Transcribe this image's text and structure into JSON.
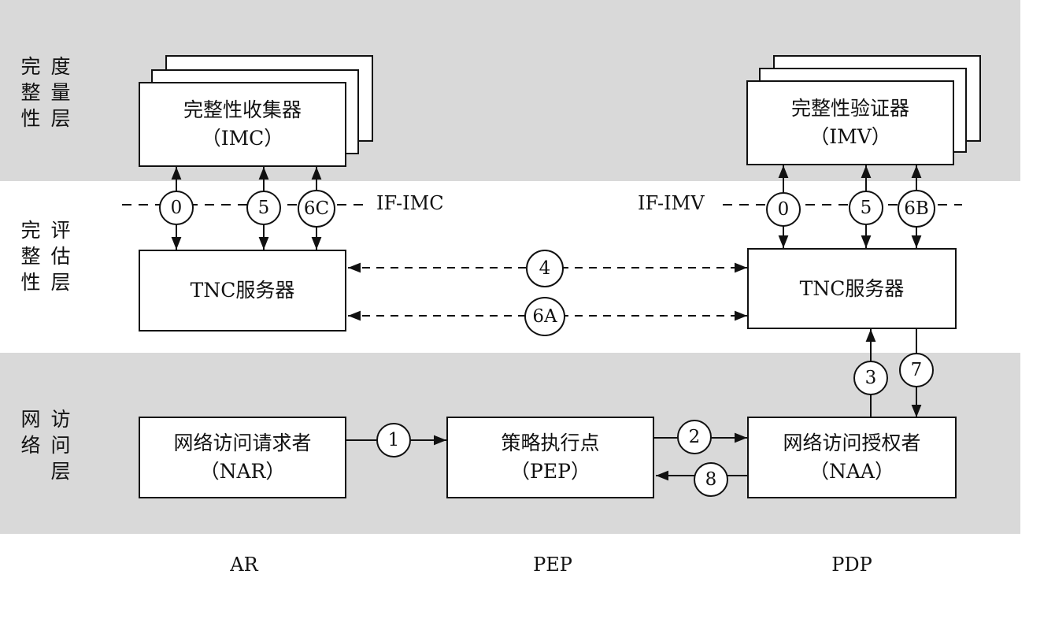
{
  "colors": {
    "band": "#d9d9d9",
    "line": "#111111"
  },
  "layers": {
    "measurement": [
      "完",
      "整",
      "性",
      "度",
      "量",
      "层"
    ],
    "evaluation": [
      "完",
      "整",
      "性",
      "评",
      "估",
      "层"
    ],
    "network": [
      "网",
      "络",
      "",
      "访",
      "问",
      "层"
    ]
  },
  "boxes": {
    "imc": {
      "name": "完整性收集器",
      "abbr": "（IMC）"
    },
    "imv": {
      "name": "完整性验证器",
      "abbr": "（IMV）"
    },
    "tnc_client": {
      "name": "TNC服务器"
    },
    "tnc_server": {
      "name": "TNC服务器"
    },
    "nar": {
      "name": "网络访问请求者",
      "abbr": "（NAR）"
    },
    "pep": {
      "name": "策略执行点",
      "abbr": "（PEP）"
    },
    "naa": {
      "name": "网络访问授权者",
      "abbr": "（NAA）"
    }
  },
  "interfaces": {
    "left": "IF-IMC",
    "right": "IF-IMV"
  },
  "steps": {
    "c0l": "0",
    "c5l": "5",
    "c6c": "6C",
    "c0r": "0",
    "c5r": "5",
    "c6b": "6B",
    "c4": "4",
    "c6a": "6A",
    "c3": "3",
    "c7": "7",
    "c1": "1",
    "c2": "2",
    "c8": "8"
  },
  "columns": {
    "ar": "AR",
    "pep": "PEP",
    "pdp": "PDP"
  }
}
